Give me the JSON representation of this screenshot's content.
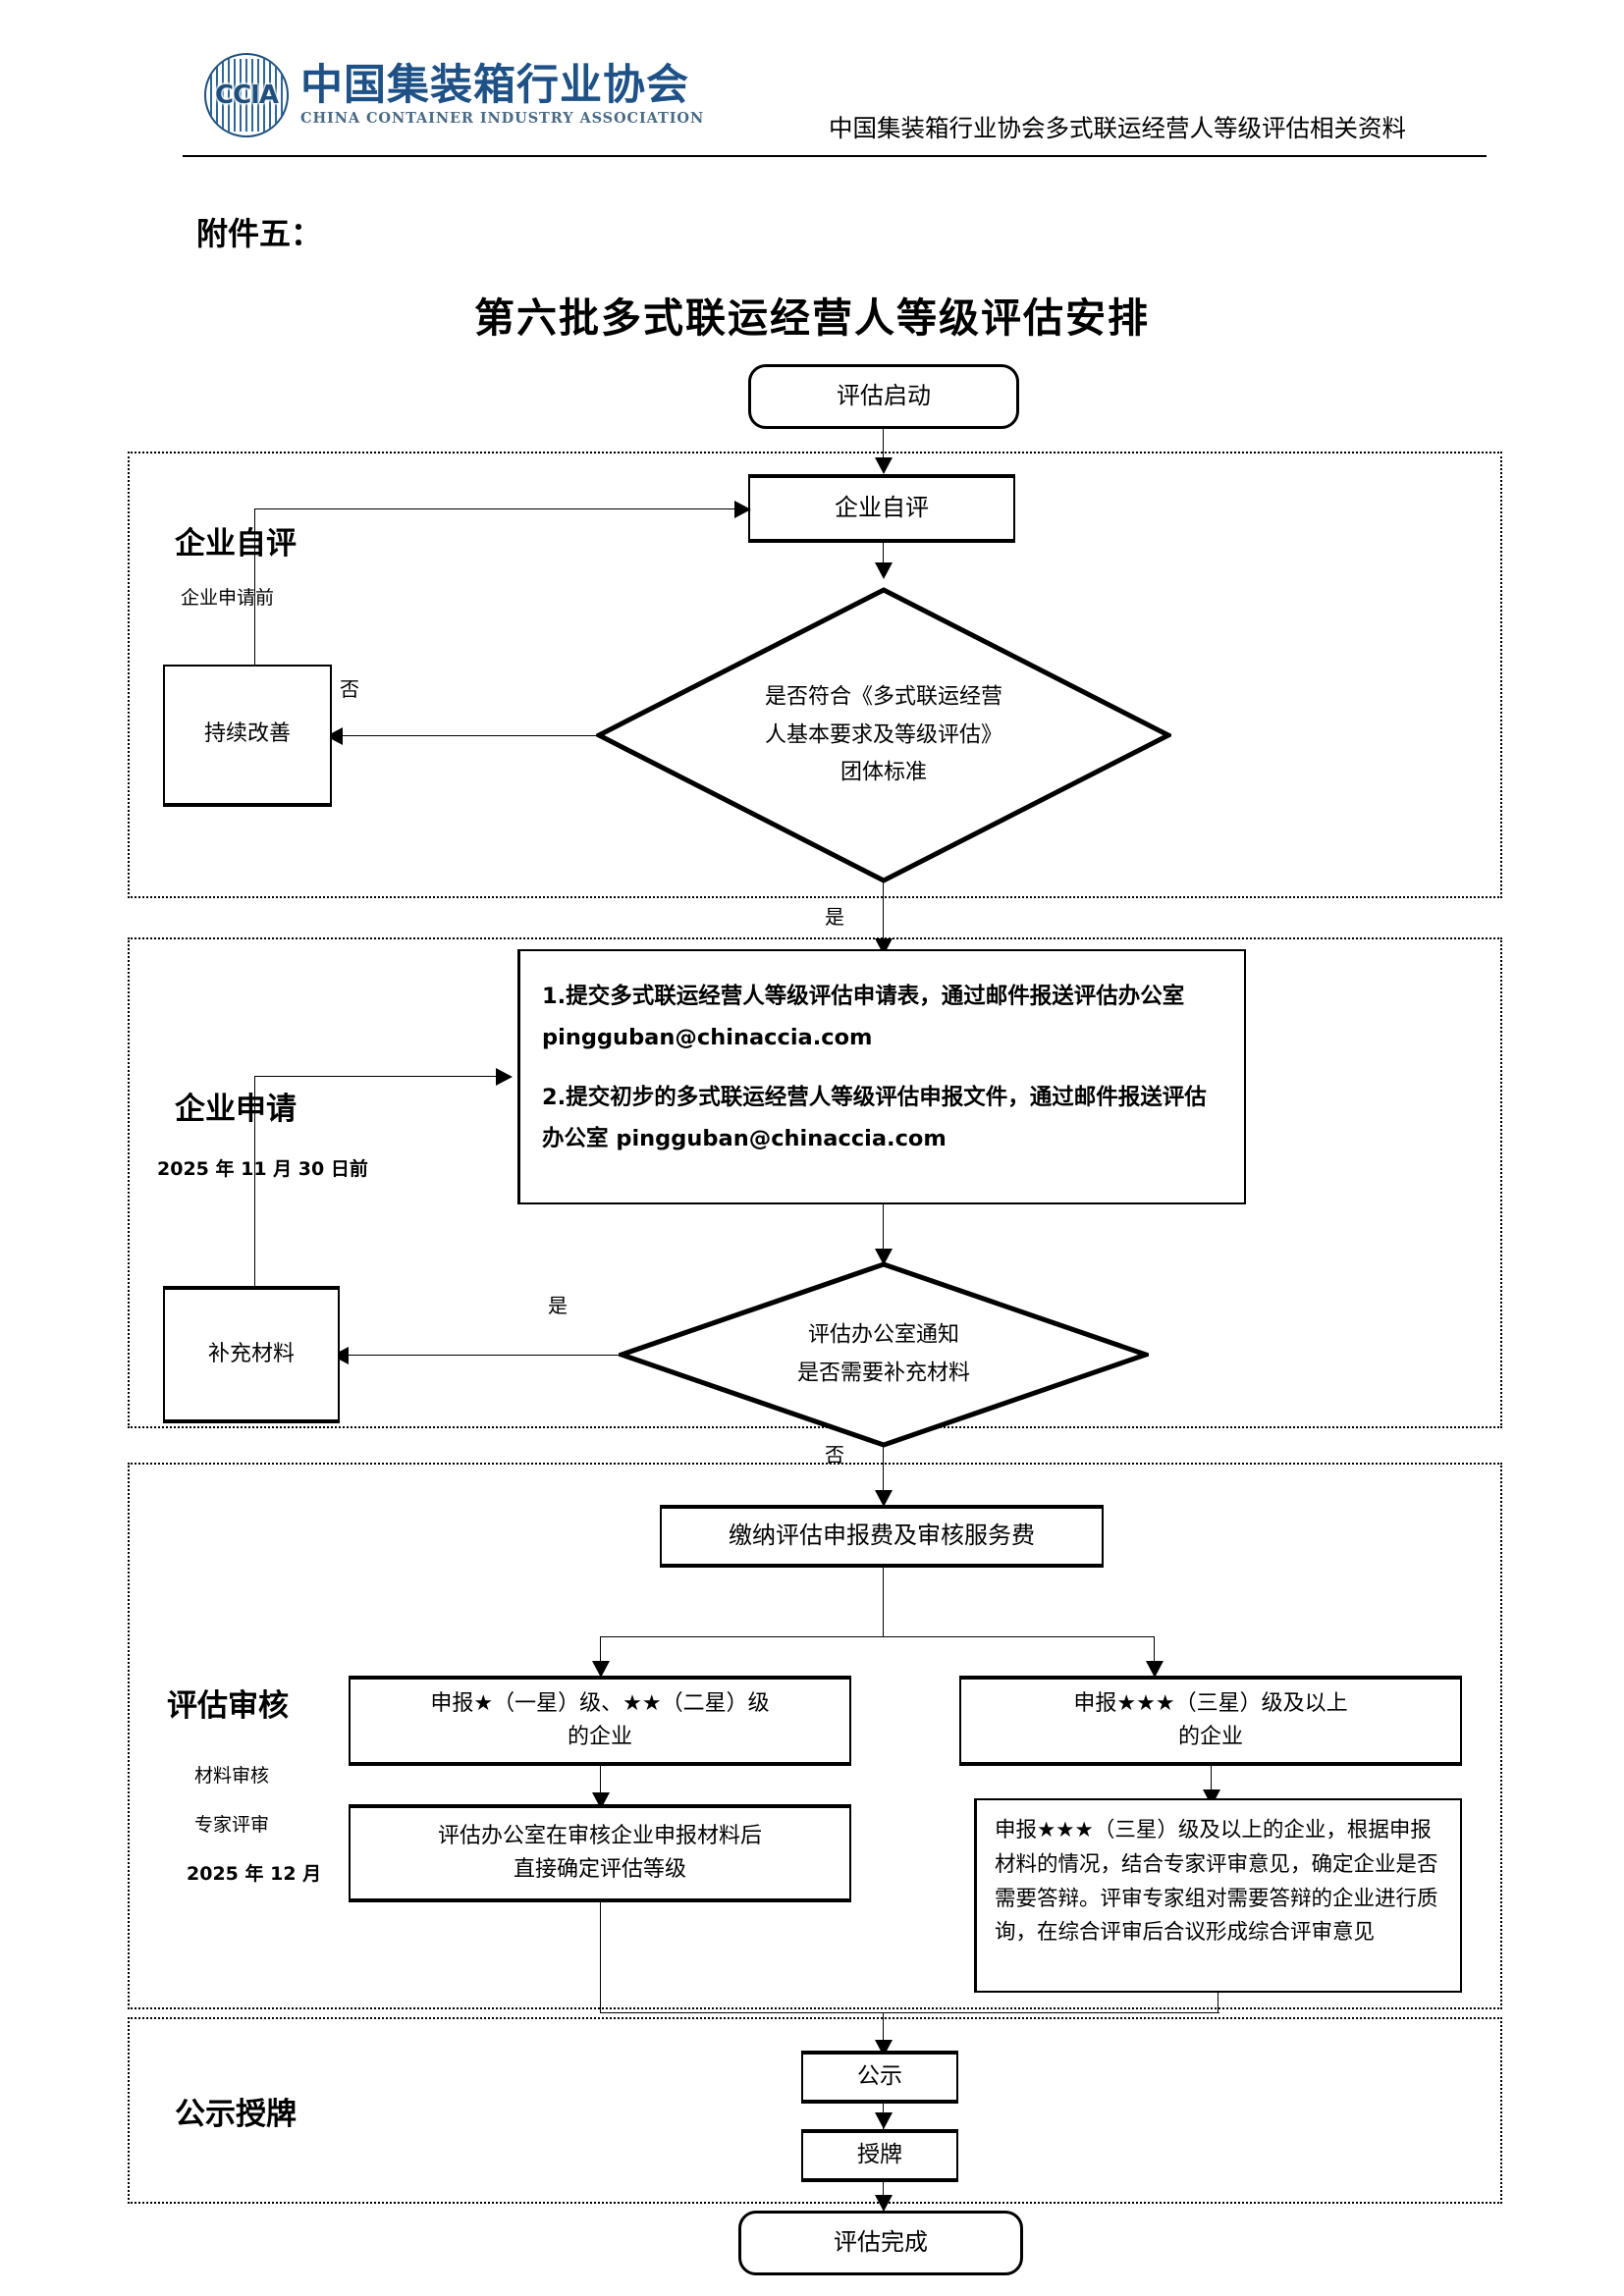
{
  "header": {
    "logo_cn": "中国集装箱行业协会",
    "logo_en": "CHINA CONTAINER INDUSTRY ASSOCIATION",
    "logo_mark_text": "CCIA",
    "title": "中国集装箱行业协会多式联运经营人等级评估相关资料"
  },
  "document": {
    "attachment_label": "附件五：",
    "title": "第六批多式联运经营人等级评估安排"
  },
  "flow": {
    "start": "评估启动",
    "self_assess": "企业自评",
    "improve": "持续改善",
    "decision_standard": [
      "是否符合《多式联运经营",
      "人基本要求及等级评估》",
      "团体标准"
    ],
    "apply_item_1": "1.提交多式联运经营人等级评估申请表，通过邮件报送评估办公室 pingguban@chinaccia.com",
    "apply_item_2": "2.提交初步的多式联运经营人等级评估申报文件，通过邮件报送评估办公室 pingguban@chinaccia.com",
    "supplement": "补充材料",
    "decision_supplement": [
      "评估办公室通知",
      "是否需要补充材料"
    ],
    "fee": "缴纳评估申报费及审核服务费",
    "branch_low": [
      "申报★（一星）级、★★（二星）级",
      "的企业"
    ],
    "branch_high": [
      "申报★★★（三星）级及以上",
      "的企业"
    ],
    "branch_low_result": [
      "评估办公室在审核企业申报材料后",
      "直接确定评估等级"
    ],
    "branch_high_result": "申报★★★（三星）级及以上的企业，根据申报材料的情况，结合专家评审意见，确定企业是否需要答辩。评审专家组对需要答辩的企业进行质询，在综合评审后合议形成综合评审意见",
    "publicity": "公示",
    "award": "授牌",
    "finish": "评估完成",
    "label_yes": "是",
    "label_no": "否"
  },
  "stages": [
    {
      "id": "self-assessment",
      "title": "企业自评",
      "subtitles": [
        "企业申请前"
      ]
    },
    {
      "id": "application",
      "title": "企业申请",
      "subtitles": [
        "2025 年 11 月 30 日前"
      ]
    },
    {
      "id": "review",
      "title": "评估审核",
      "subtitles": [
        "材料审核",
        "专家评审",
        "2025 年 12 月"
      ]
    },
    {
      "id": "publicity-award",
      "title": "公示授牌",
      "subtitles": []
    }
  ],
  "colors": {
    "brand_blue": "#1e5186",
    "line": "#000000",
    "background": "#ffffff"
  }
}
